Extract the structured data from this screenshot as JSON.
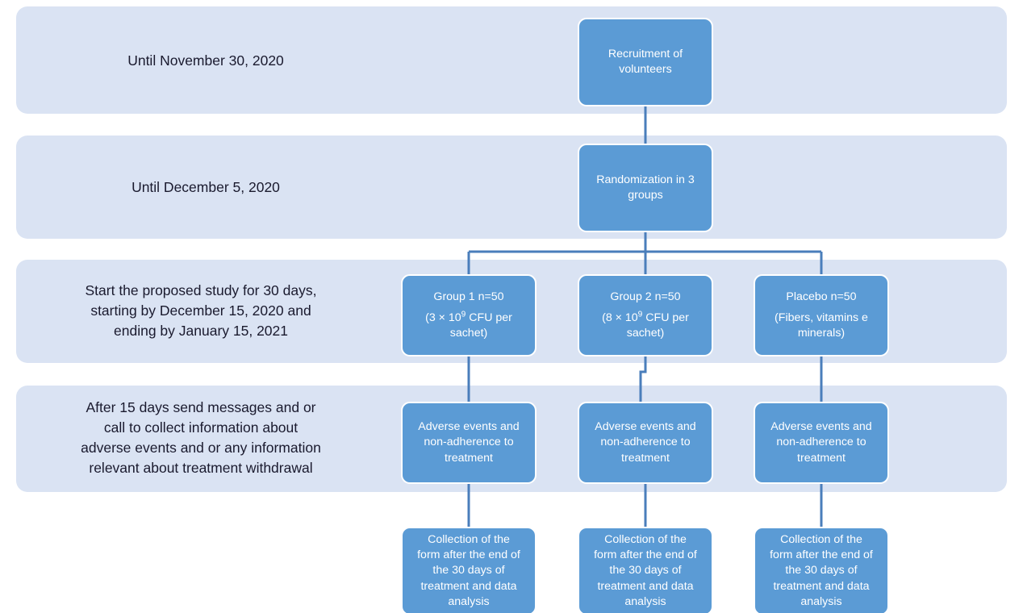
{
  "diagram": {
    "title": "Clinical trial study flow chart",
    "colors": {
      "band_background": "#DAE3F3",
      "node_fill": "#5B9BD5",
      "node_border": "#FFFFFF",
      "connector": "#4A7EBB",
      "label_text": "#1A1A2E",
      "node_text": "#FFFFFF"
    }
  },
  "bands": [
    {
      "id": "band-1",
      "label": "Until  November 30, 2020"
    },
    {
      "id": "band-2",
      "label": "Until December 5, 2020"
    },
    {
      "id": "band-3",
      "label": "Start the proposed study for 30 days,\nstarting by December 15, 2020 and\nending by January 15, 2021"
    },
    {
      "id": "band-4",
      "label": "After 15 days send messages and or\ncall to collect information about\nadverse events and or any information\nrelevant about treatment withdrawal"
    }
  ],
  "nodes": {
    "recruitment": {
      "line1": "Recruitment of\nvolunteers"
    },
    "randomization": {
      "line1": "Randomization in 3\ngroups"
    },
    "group1": {
      "line1": "Group 1 n=50",
      "line2_pre": "(3 × 10",
      "line2_sup": "9",
      "line2_post": " CFU per\nsachet)"
    },
    "group2": {
      "line1": "Group 2 n=50",
      "line2_pre": "(8 × 10",
      "line2_sup": "9",
      "line2_post": " CFU per\nsachet)"
    },
    "placebo": {
      "line1": "Placebo n=50",
      "line2": "(Fibers, vitamins e\nminerals)"
    },
    "adverse1": {
      "line1": "Adverse events and\nnon-adherence to\ntreatment"
    },
    "adverse2": {
      "line1": "Adverse events and\nnon-adherence to\ntreatment"
    },
    "adverse3": {
      "line1": "Adverse events and\nnon-adherence to\ntreatment"
    },
    "collection1": {
      "line1": "Collection of the\nform after the end of\nthe 30 days of\ntreatment and data\nanalysis"
    },
    "collection2": {
      "line1": "Collection of the\nform after the end of\nthe 30 days of\ntreatment and data\nanalysis"
    },
    "collection3": {
      "line1": "Collection of the\nform after the end of\nthe 30 days of\ntreatment and data\nanalysis"
    }
  }
}
